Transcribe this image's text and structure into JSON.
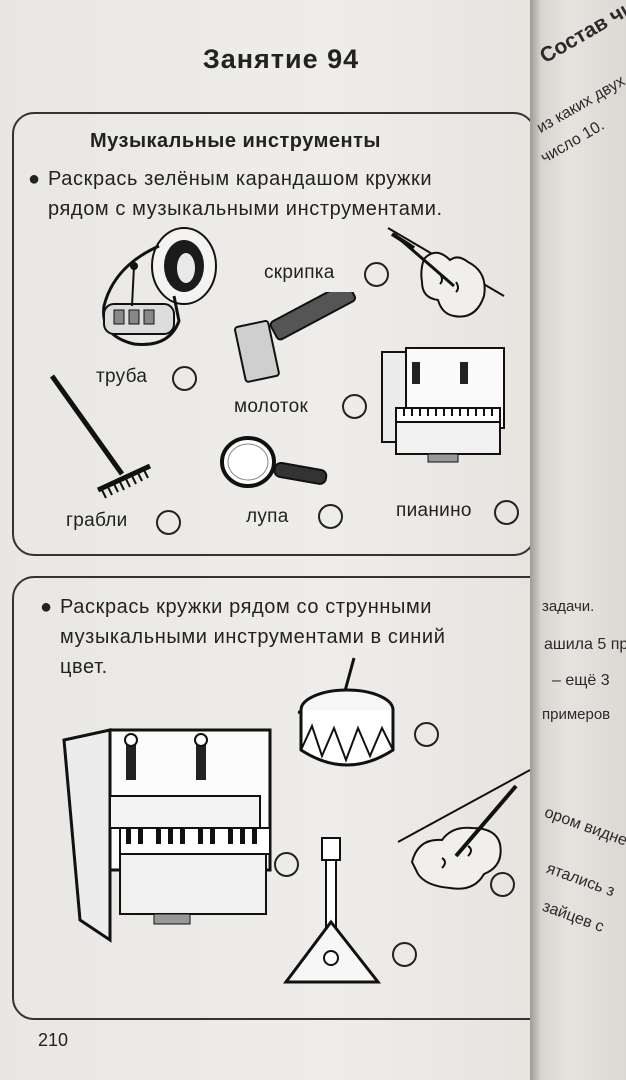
{
  "lesson_title": "Занятие 94",
  "task1": {
    "heading": "Музыкальные инструменты",
    "instruction_line1": "Раскрась зелёным карандашом кружки",
    "instruction_line2": "рядом с музыкальными инструментами.",
    "labels": {
      "trumpet": "труба",
      "violin": "скрипка",
      "hammer": "молоток",
      "rake": "грабли",
      "magnifier": "лупа",
      "piano": "пианино"
    }
  },
  "task2": {
    "instruction_line1": "Раскрась кружки рядом со струнными",
    "instruction_line2": "музыкальными инструментами в синий",
    "instruction_line3": "цвет."
  },
  "page_number": "210",
  "right_page": {
    "top_line1": "Состав чис",
    "top_line2": "из каких двух",
    "top_line3": "число 10.",
    "mid_line1": "задачи.",
    "mid_line2": "ашила 5 пр",
    "mid_line3": "– ещё 3",
    "mid_line4": "примеров",
    "low_line1": "ором видне",
    "low_line2": "ятались з",
    "low_line3": "зайцев с"
  }
}
